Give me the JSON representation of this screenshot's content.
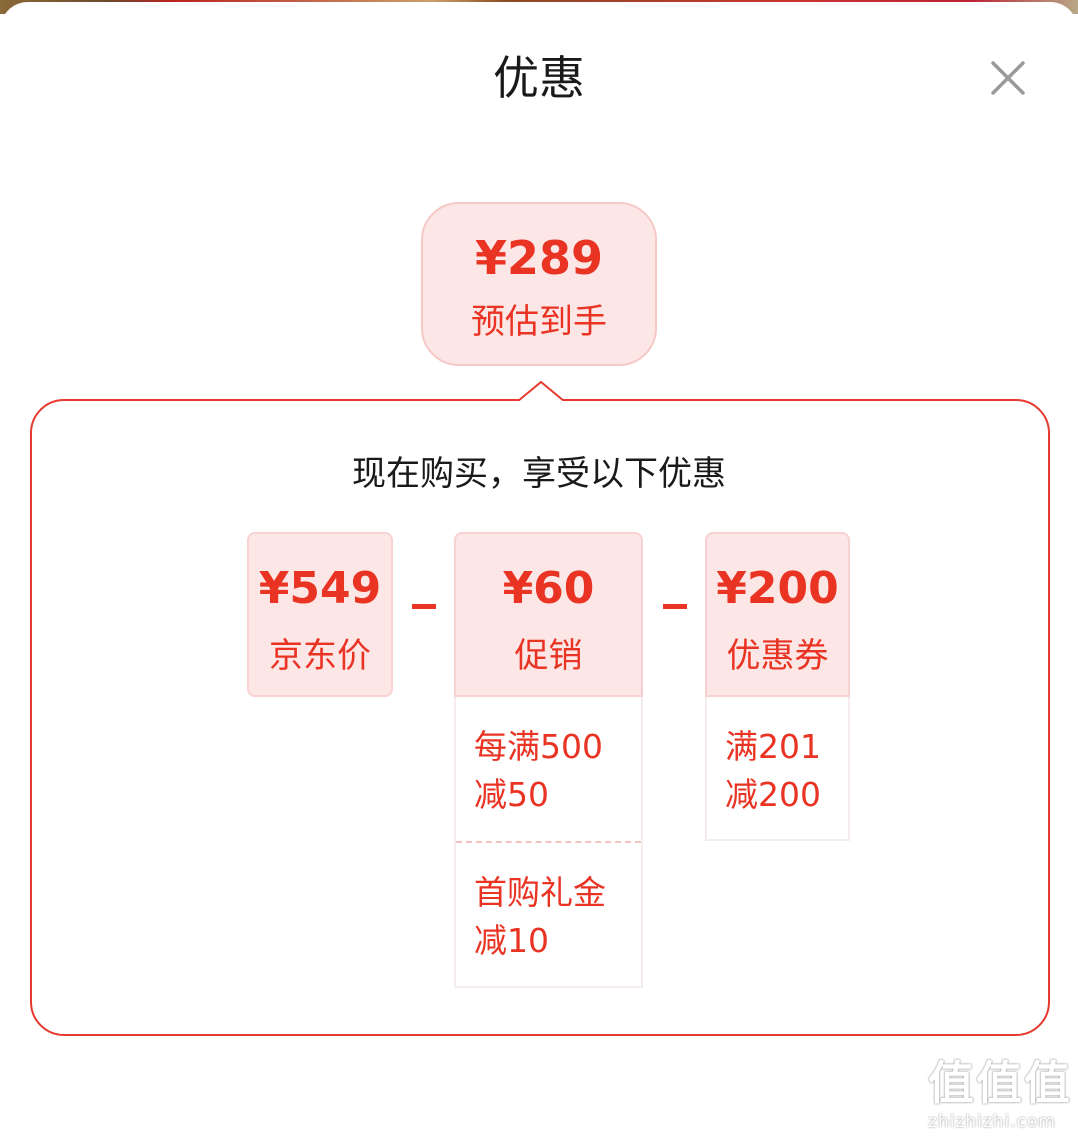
{
  "sheet": {
    "title": "优惠",
    "close_icon": "close-icon"
  },
  "estimate": {
    "price": "¥289",
    "label": "预估到手"
  },
  "panel": {
    "heading": "现在购买，享受以下优惠"
  },
  "breakdown": {
    "jd_price": {
      "value": "¥549",
      "label": "京东价"
    },
    "promotion": {
      "value": "¥60",
      "label": "促销",
      "details": [
        "每满500\n减50",
        "首购礼金\n减10"
      ]
    },
    "coupon": {
      "value": "¥200",
      "label": "优惠券",
      "details": [
        "满201\n减200"
      ]
    }
  },
  "watermark": {
    "glyph": "值",
    "text": "zhizhizhi.com"
  },
  "colors": {
    "accent": "#e93323",
    "card_bg": "#fde6e6",
    "panel_border": "#e63a2e"
  }
}
